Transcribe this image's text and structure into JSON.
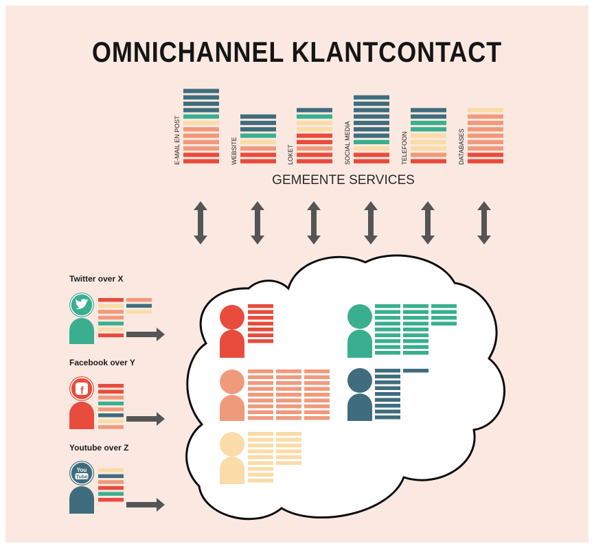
{
  "title": "OMNICHANNEL KLANTCONTACT",
  "services_label": "GEMEENTE SERVICES",
  "colors": {
    "background": "#fbe9e1",
    "red": "#e84c3d",
    "salmon": "#f09a7c",
    "peach": "#fadca8",
    "teal": "#3aaf8f",
    "slate": "#3f6d7d",
    "arrow": "#555555"
  },
  "channels": [
    {
      "label": "E-MAIL EN POST"
    },
    {
      "label": "WEBSITE"
    },
    {
      "label": "LOKET"
    },
    {
      "label": "SOCIAL MEDIA"
    },
    {
      "label": "TELEFOON"
    },
    {
      "label": "DATABASES"
    }
  ],
  "platforms": [
    {
      "label": "Twitter over X",
      "icon": "twitter-icon",
      "logo_text": ""
    },
    {
      "label": "Facebook over Y",
      "icon": "facebook-icon",
      "logo_text": "f"
    },
    {
      "label": "Youtube over Z",
      "icon": "youtube-icon",
      "logo_text": "You Tube"
    }
  ]
}
